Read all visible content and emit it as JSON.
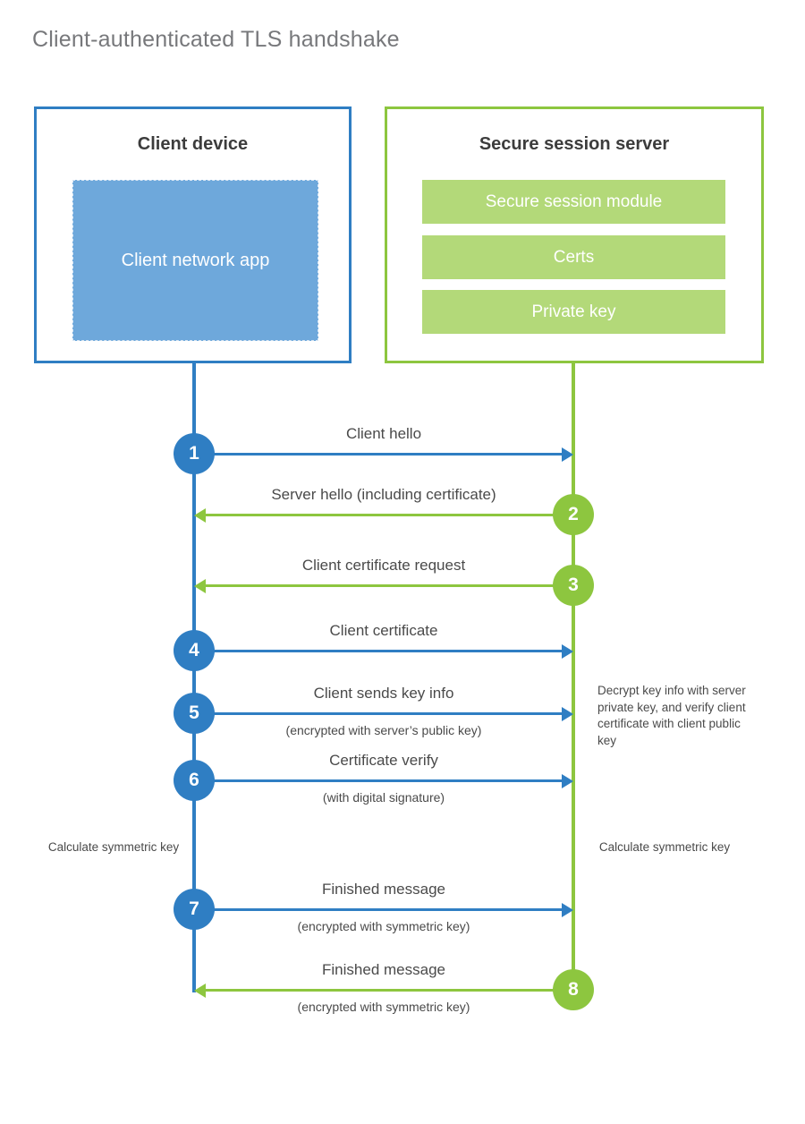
{
  "title": "Client-authenticated TLS handshake",
  "colors": {
    "client_blue": "#2f7ec3",
    "client_app_fill": "#6ea8db",
    "server_green": "#8dc63f",
    "server_bar_fill": "#b3d979",
    "title_gray": "#77787b",
    "text_gray": "#4a4a4a"
  },
  "client": {
    "title": "Client device",
    "app_label": "Client network app"
  },
  "server": {
    "title": "Secure session server",
    "components": [
      {
        "label": "Secure session module"
      },
      {
        "label": "Certs"
      },
      {
        "label": "Private key"
      }
    ]
  },
  "messages": [
    {
      "step": "1",
      "label": "Client hello",
      "sublabel": "",
      "direction": "client-to-server",
      "color": "blue"
    },
    {
      "step": "2",
      "label": "Server hello (including certificate)",
      "sublabel": "",
      "direction": "server-to-client",
      "color": "green"
    },
    {
      "step": "3",
      "label": "Client certificate request",
      "sublabel": "",
      "direction": "server-to-client",
      "color": "green"
    },
    {
      "step": "4",
      "label": "Client certificate",
      "sublabel": "",
      "direction": "client-to-server",
      "color": "blue"
    },
    {
      "step": "5",
      "label": "Client sends key info",
      "sublabel": "(encrypted with server’s public key)",
      "direction": "client-to-server",
      "color": "blue"
    },
    {
      "step": "6",
      "label": "Certificate verify",
      "sublabel": "(with digital signature)",
      "direction": "client-to-server",
      "color": "blue"
    },
    {
      "step": "7",
      "label": "Finished message",
      "sublabel": "(encrypted with symmetric key)",
      "direction": "client-to-server",
      "color": "blue"
    },
    {
      "step": "8",
      "label": "Finished message",
      "sublabel": "(encrypted with symmetric key)",
      "direction": "server-to-client",
      "color": "green"
    }
  ],
  "notes": {
    "server_decrypt": "Decrypt key info with server private key, and verify client certificate with client public key",
    "client_calculate": "Calculate symmetric key",
    "server_calculate": "Calculate symmetric key"
  }
}
